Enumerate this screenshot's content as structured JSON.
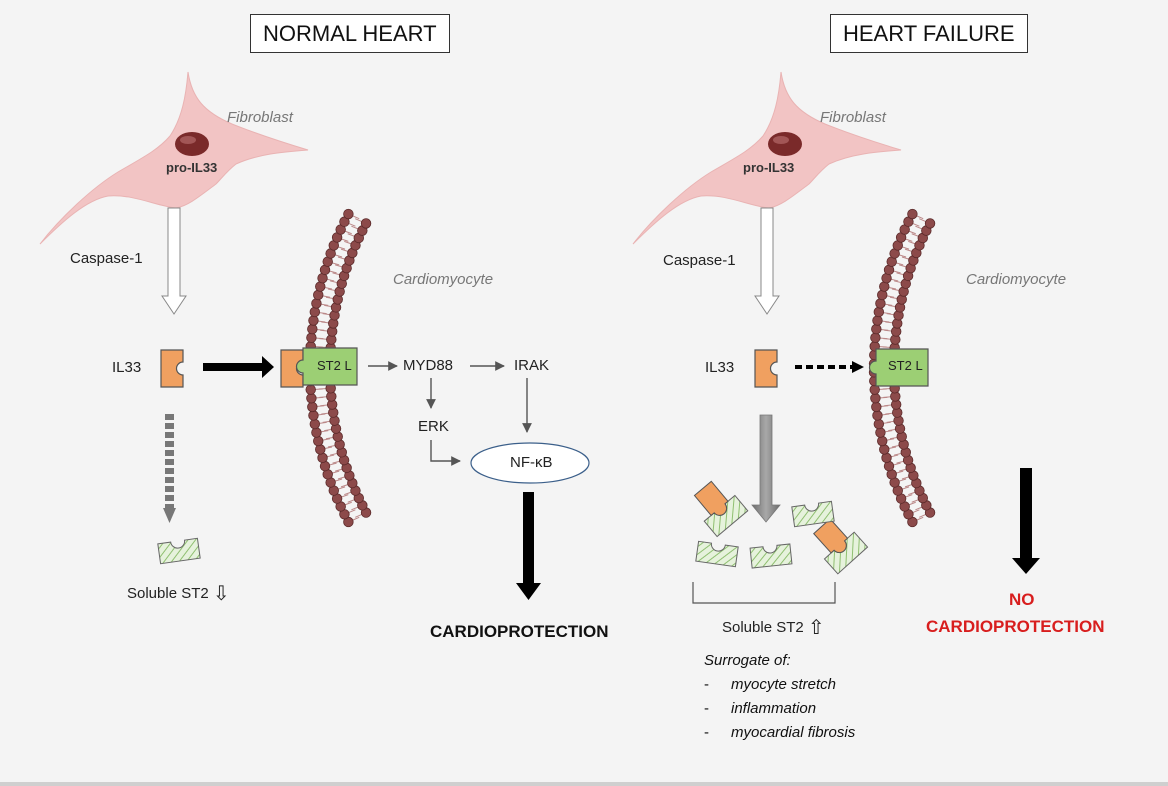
{
  "panels": {
    "normal": {
      "title": "NORMAL HEART",
      "fibroblast": "Fibroblast",
      "pro_il33": "pro-IL33",
      "caspase": "Caspase-1",
      "il33": "IL33",
      "cardiomyocyte": "Cardiomyocyte",
      "st2l": "ST2 L",
      "myd88": "MYD88",
      "irak": "IRAK",
      "erk": "ERK",
      "nfkb": "NF-κB",
      "soluble": "Soluble ST2",
      "soluble_arrow": "⇩",
      "outcome": "CARDIOPROTECTION"
    },
    "failure": {
      "title": "HEART FAILURE",
      "fibroblast": "Fibroblast",
      "pro_il33": "pro-IL33",
      "caspase": "Caspase-1",
      "il33": "IL33",
      "cardiomyocyte": "Cardiomyocyte",
      "st2l": "ST2 L",
      "soluble": "Soluble ST2",
      "soluble_arrow": "⇧",
      "outcome_line1": "NO",
      "outcome_line2": "CARDIOPROTECTION",
      "surrogate_title": "Surrogate of:",
      "surrogate_items": [
        "myocyte stretch",
        "inflammation",
        "myocardial fibrosis"
      ]
    }
  },
  "colors": {
    "fibroblast": "#f2c4c4",
    "nucleus": "#7a2a2a",
    "il33": "#f0a060",
    "st2": "#9ccf74",
    "membrane_bead": "#8c4a4a",
    "outcome_red": "#d81e1e"
  }
}
